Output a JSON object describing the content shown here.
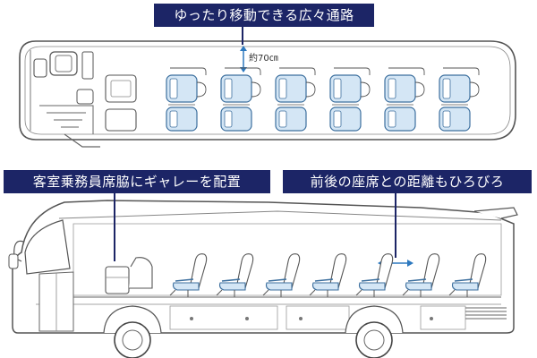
{
  "captions": {
    "aisle": "ゆったり移動できる広々通路",
    "galley": "客室乗務員席脇にギャレーを配置",
    "spacing": "前後の座席との距離もひろびろ"
  },
  "aisle_width_label": "約70㎝",
  "colors": {
    "caption_bg": "#1c2566",
    "caption_text": "#ffffff",
    "seat_fill": "#d4e6f5",
    "seat_stroke": "#3c6f9e",
    "outline": "#555555",
    "arrow": "#2d79bf"
  }
}
